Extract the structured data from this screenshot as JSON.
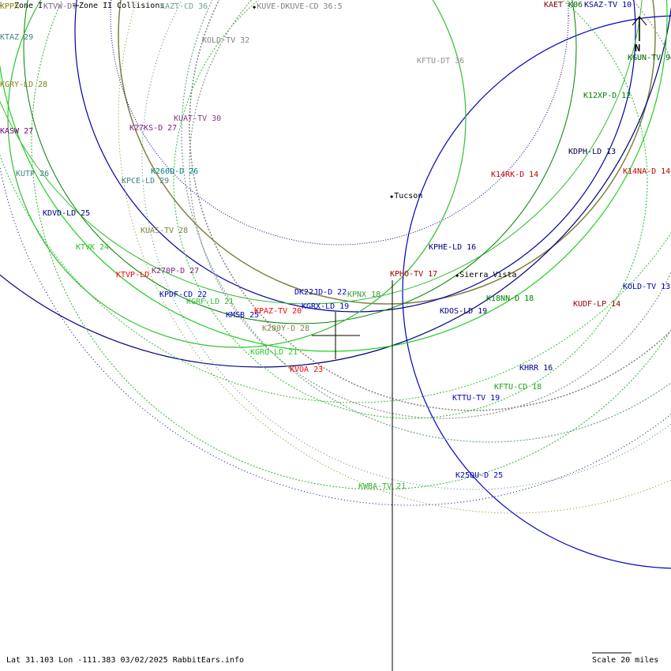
{
  "legend": {
    "zone1": "Zone I",
    "zone2": "Zone II Collisions"
  },
  "cities": [
    {
      "name": "Tucson"
    },
    {
      "name": "Sierra Vista"
    }
  ],
  "stations": [
    {
      "label": "KPPX",
      "color": "#808000"
    },
    {
      "label": "KTVW-DT",
      "color": "#806080"
    },
    {
      "label": "KAZT-CD 36",
      "color": "#70a090"
    },
    {
      "label": "KUVE-DKUVE-CD 36:5",
      "color": "#808080"
    },
    {
      "label": "KTAZ 29",
      "color": "#408080"
    },
    {
      "label": "KOLD-TV 32",
      "color": "#808080"
    },
    {
      "label": "KFTU-DT 36",
      "color": "#909090"
    },
    {
      "label": "KGRY-LD 28",
      "color": "#808020"
    },
    {
      "label": "KASW 27",
      "color": "#800080"
    },
    {
      "label": "K27KS-D 27",
      "color": "#802080"
    },
    {
      "label": "KUAT-TV 30",
      "color": "#804080"
    },
    {
      "label": "KUTP 26",
      "color": "#408080"
    },
    {
      "label": "K260D-D 26",
      "color": "#008080"
    },
    {
      "label": "KPCE-LD 29",
      "color": "#408080"
    },
    {
      "label": "KDVD-LD 25",
      "color": "#000080"
    },
    {
      "label": "KUAS-TV 28",
      "color": "#808040"
    },
    {
      "label": "KTVK 24",
      "color": "#30c030"
    },
    {
      "label": "KTVP-LD",
      "color": "#ff0000"
    },
    {
      "label": "K270P-D 27",
      "color": "#802080"
    },
    {
      "label": "KPHO-TV 17",
      "color": "#a00000"
    },
    {
      "label": "KPHE-LD 16",
      "color": "#000080"
    },
    {
      "label": "K14RK-D 14",
      "color": "#c00000"
    },
    {
      "label": "KDPH-LD 13",
      "color": "#000040"
    },
    {
      "label": "K14NA-D 14",
      "color": "#c00000"
    },
    {
      "label": "K12XP-D 12",
      "color": "#008000"
    },
    {
      "label": "KGUN-TV 9",
      "color": "#006000"
    },
    {
      "label": "KAET",
      "color": "#800000"
    },
    {
      "label": "K06",
      "color": "#006000"
    },
    {
      "label": "KSAZ-TV 10",
      "color": "#000080"
    },
    {
      "label": "KPDF-CD 22",
      "color": "#0000c0"
    },
    {
      "label": "KGRF-LD 21",
      "color": "#30c030"
    },
    {
      "label": "DK22JD-D 22",
      "color": "#0000c0"
    },
    {
      "label": "KPNX 18",
      "color": "#30a030"
    },
    {
      "label": "KMSB 25",
      "color": "#0000c0"
    },
    {
      "label": "KPAZ-TV 20",
      "color": "#ff0000"
    },
    {
      "label": "KGRX-LD 19",
      "color": "#0000c0"
    },
    {
      "label": "K280Y-D 28",
      "color": "#808040"
    },
    {
      "label": "KGRQ-LD 21",
      "color": "#20d020"
    },
    {
      "label": "KVOA 23",
      "color": "#ff0000"
    },
    {
      "label": "K18NN-D 18",
      "color": "#008000"
    },
    {
      "label": "KDOS-LD 19",
      "color": "#000080"
    },
    {
      "label": "KOLD-TV 13",
      "color": "#0000a0"
    },
    {
      "label": "KUDF-LP 14",
      "color": "#a00000"
    },
    {
      "label": "KHRR 16",
      "color": "#000080"
    },
    {
      "label": "KFTU-CD 18",
      "color": "#20a020"
    },
    {
      "label": "KTTU-TV 19",
      "color": "#0000c0"
    },
    {
      "label": "K25QU-D 25",
      "color": "#0000c0"
    },
    {
      "label": "KWBA-TV 21",
      "color": "#30b030"
    }
  ],
  "compass": {
    "label": "N"
  },
  "footer": {
    "coords": "Lat 31.103 Lon -111.383 03/02/2025 RabbitEars.info",
    "scale": "Scale 20 miles"
  }
}
